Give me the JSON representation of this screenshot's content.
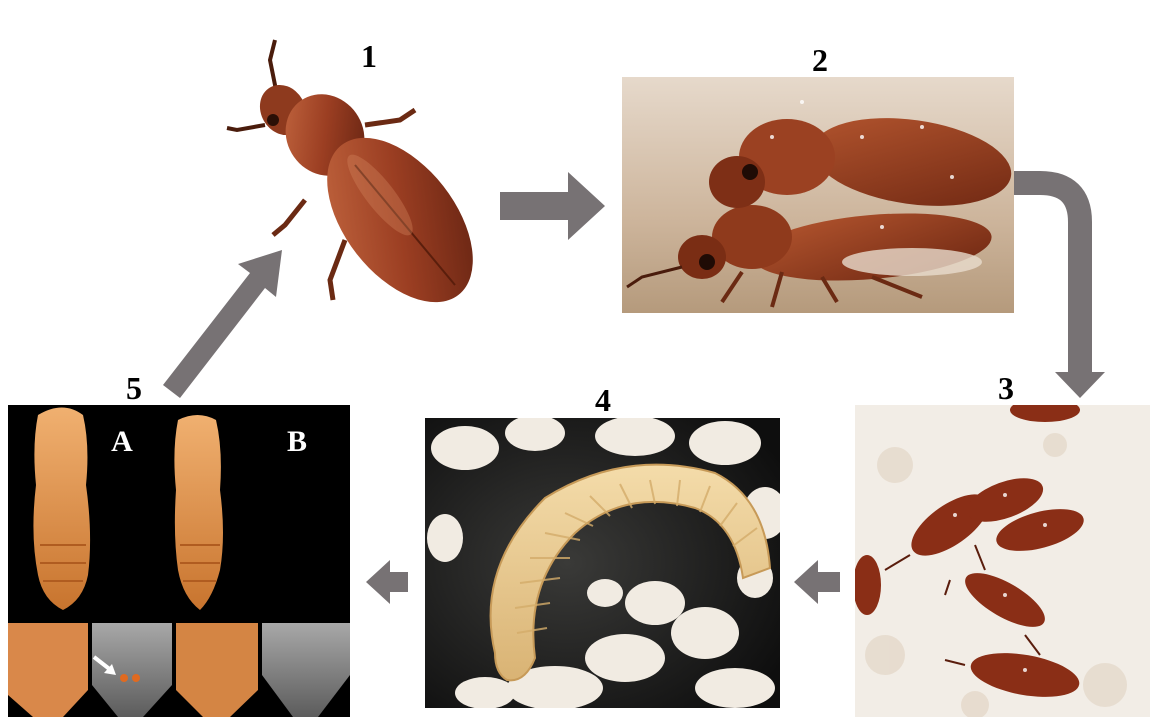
{
  "stages": [
    {
      "number": "1"
    },
    {
      "number": "2"
    },
    {
      "number": "3"
    },
    {
      "number": "4"
    },
    {
      "number": "5"
    }
  ],
  "pupa_labels": {
    "a": "A",
    "b": "B"
  },
  "colors": {
    "arrow": "#777274",
    "beetle": "#9a3d22",
    "larva": "#e8c98e",
    "flour": "#f2ede6",
    "panel_dark": "#000000"
  }
}
